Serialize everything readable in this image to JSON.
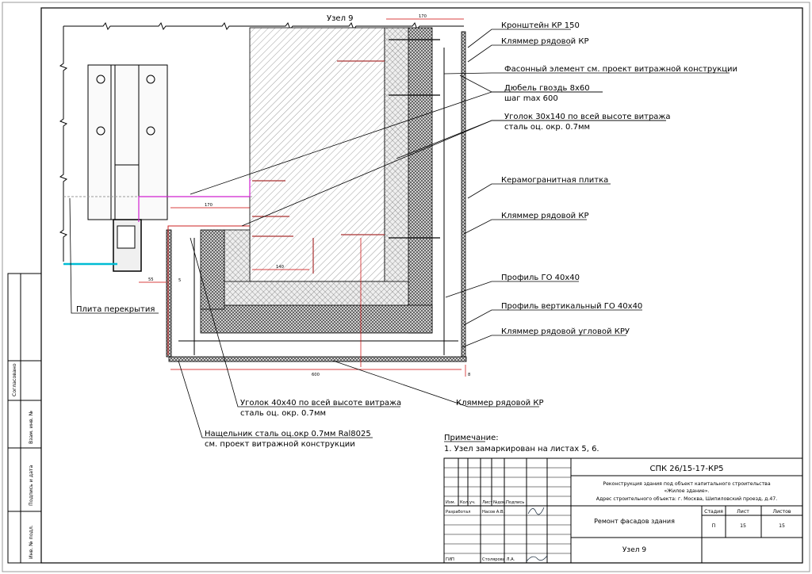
{
  "node_title": "Узел 9",
  "callouts": [
    "Кронштейн КР 150",
    "Кляммер рядовой КР",
    "Фасонный элемент см. проект витражной конструкции",
    "Дюбель гвоздь 8х60",
    "шаг max 600",
    "Уголок 30х140 по всей высоте витража",
    "сталь оц. окр. 0.7мм",
    "Керамогранитная плитка",
    "Кляммер рядовой КР",
    "Профиль ГО 40х40",
    "Профиль вертикальный ГО 40х40",
    "Кляммер рядовой угловой КРУ",
    "Кляммер рядовой КР",
    "Уголок 40х40 по всей высоте витража",
    "сталь оц. окр. 0.7мм",
    "Нащельник сталь оц.окр 0.7мм Ral8025",
    "см. проект витражной конструкции",
    "Плита перекрытия"
  ],
  "dimensions": [
    "170",
    "170",
    "140",
    "55",
    "5",
    "600",
    "8"
  ],
  "note": {
    "title": "Примечание:",
    "text": "1. Узел замаркирован на листах 5, 6."
  },
  "side_stamp": [
    "Согласовано",
    "Взам. инв. №",
    "Подпись и дата",
    "Инв. № подл."
  ],
  "title_block": {
    "code": "СПК 26/15-17-КР5",
    "project_lines": [
      "Реконструкция здания под объект капитального строительства",
      "«Жилое здание».",
      "Адрес строительного объекта: г. Москва, Шипиловский проезд, д.47."
    ],
    "headers": [
      "Изм.",
      "Кол.уч.",
      "Лист",
      "№док.",
      "Подпись"
    ],
    "rows": [
      {
        "role": "Разработал",
        "name": "Насов А.В."
      },
      {
        "role": "ГИП",
        "name": "Столярова Л.А."
      }
    ],
    "sheet_title": "Ремонт фасадов здания",
    "node_name": "Узел 9",
    "stage_labels": [
      "Стадия",
      "Лист",
      "Листов"
    ],
    "stage_values": [
      "П",
      "15",
      "15"
    ]
  }
}
